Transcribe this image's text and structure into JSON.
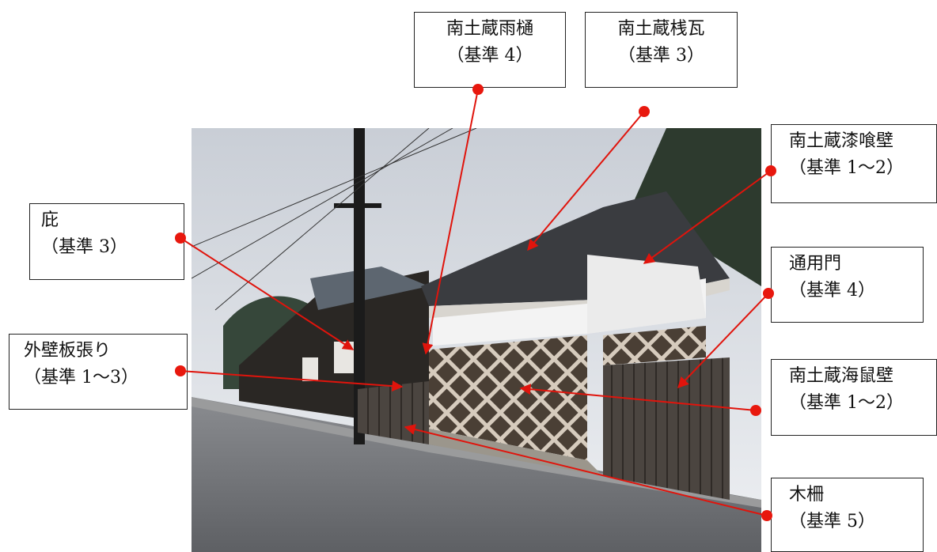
{
  "labels": {
    "amadoi": {
      "title": "南土蔵雨樋",
      "criterion": "（基準 4）"
    },
    "sangawara": {
      "title": "南土蔵桟瓦",
      "criterion": "（基準 3）"
    },
    "shikkui": {
      "title": "南土蔵漆喰壁",
      "criterion": "（基準 1～2）"
    },
    "hisashi": {
      "title": "庇",
      "criterion": "（基準 3）"
    },
    "tsuyomon": {
      "title": "通用門",
      "criterion": "（基準 4）"
    },
    "gaiheki": {
      "title": "外壁板張り",
      "criterion": "（基準 1～3）"
    },
    "namako": {
      "title": "南土蔵海鼠壁",
      "criterion": "（基準 1～2）"
    },
    "kisaku": {
      "title": "木柵",
      "criterion": "（基準 5）"
    }
  },
  "colors": {
    "pointer": "#e0140c",
    "pointer_dot": "#e8180e",
    "wall_white": "#f2f2f2",
    "lattice": "#c8b8a8",
    "road": "#7a7c80",
    "sky": "#d9dde3"
  }
}
